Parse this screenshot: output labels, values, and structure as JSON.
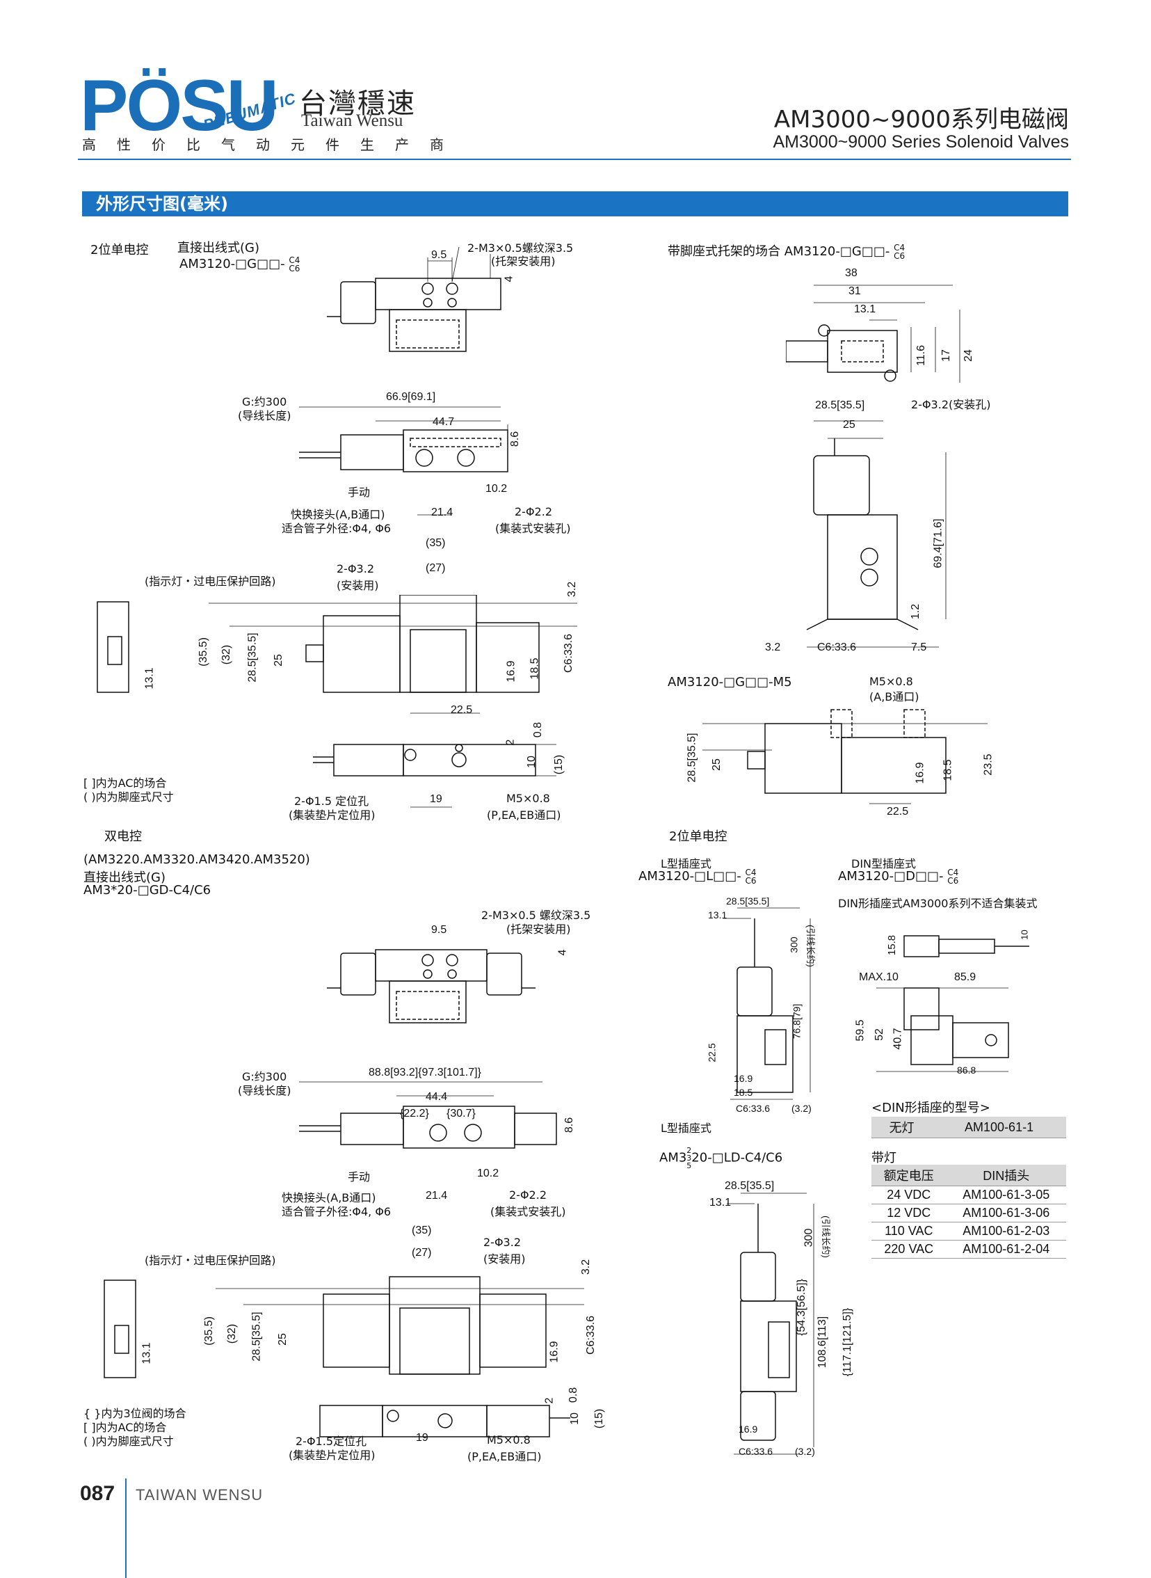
{
  "header": {
    "logo_text": "PÖSU",
    "logo_swoosh": "PNEUMATIC",
    "brand_cn": "台灣穩速",
    "brand_en": "Taiwan Wensu",
    "slogan": "高性价比气动元件生产商",
    "title_cn": "AM3000~9000系列电磁阀",
    "title_en": "AM3000~9000 Series Solenoid Valves",
    "accent_color": "#1b73c4"
  },
  "section": {
    "title": "外形尺寸图(毫米)"
  },
  "single_g": {
    "label_type": "2位单电控",
    "label_wire": "直接出线式(G)",
    "model": "AM3120-□G□□-",
    "sub_c4": "C4",
    "sub_c6": "C6",
    "screw": "2-M3×0.5螺纹深3.5",
    "screw_note": "(托架安装用)",
    "g_len": "G:约300",
    "g_note": "(导线长度)",
    "manual": "手动",
    "fitting": "快换接头(A,B通口)",
    "tube": "适合管子外径:Φ4, Φ6",
    "hole": "2-Φ2.2",
    "hole_note": "(集装式安装孔)",
    "indicator": "(指示灯・过电压保护回路)",
    "mount_hole": "2-Φ3.2",
    "mount_note": "(安装用)",
    "pin_hole": "2-Φ1.5 定位孔",
    "pin_note": "(集装垫片定位用)",
    "port": "M5×0.8",
    "port_note": "(P,EA,EB通口)",
    "note_ac": "[ ]内为AC的场合",
    "note_foot": "( )内为脚座式尺寸",
    "dims": [
      "9.5",
      "4",
      "66.9[69.1]",
      "44.7",
      "8.6",
      "10.2",
      "21.4",
      "(35)",
      "(27)",
      "3.2",
      "(35.5)",
      "(32)",
      "28.5[35.5]",
      "25",
      "16.9",
      "18.5",
      "C6:33.6",
      "13.1",
      "22.5",
      "0.8",
      "2",
      "10",
      "(15)",
      "19"
    ]
  },
  "foot": {
    "label": "带脚座式托架的场合 AM3120-□G□□-",
    "sub_c4": "C4",
    "sub_c6": "C6",
    "hole": "2-Φ3.2(安装孔)",
    "dims": [
      "38",
      "31",
      "13.1",
      "11.6",
      "17",
      "24",
      "28.5[35.5]",
      "25",
      "69.4[71.6]",
      "1.2",
      "3.2",
      "C6:33.6",
      "7.5"
    ]
  },
  "m5": {
    "model": "AM3120-□G□□-M5",
    "port": "M5×0.8",
    "port_note": "(A,B通口)",
    "dims": [
      "28.5[35.5]",
      "25",
      "16.9",
      "18.5",
      "23.5",
      "22.5"
    ]
  },
  "double_g": {
    "label_type": "双电控",
    "models": "(AM3220.AM3320.AM3420.AM3520)",
    "label_wire": "直接出线式(G)",
    "model": "AM3*20-□GD-C4/C6",
    "screw": "2-M3×0.5 螺纹深3.5",
    "screw_note": "(托架安装用)",
    "g_len": "G:约300",
    "g_note": "(导线长度)",
    "manual": "手动",
    "fitting": "快换接头(A,B通口)",
    "tube": "适合管子外径:Φ4, Φ6",
    "hole": "2-Φ2.2",
    "hole_note": "(集装式安装孔)",
    "indicator": "(指示灯・过电压保护回路)",
    "mount_hole": "2-Φ3.2",
    "mount_note": "(安装用)",
    "pin_hole": "2-Φ1.5定位孔",
    "pin_note": "(集装垫片定位用)",
    "port": "M5×0.8",
    "port_note": "(P,EA,EB通口)",
    "note_3pos": "{ }内为3位阀的场合",
    "note_ac": "[ ]内为AC的场合",
    "note_foot": "( )内为脚座式尺寸",
    "dims": [
      "9.5",
      "4",
      "88.8[93.2]{97.3[101.7]}",
      "44.4",
      "{22.2}",
      "{30.7}",
      "8.6",
      "10.2",
      "21.4",
      "(35)",
      "(27)",
      "3.2",
      "(35.5)",
      "(32)",
      "28.5[35.5]",
      "25",
      "16.9",
      "C6:33.6",
      "13.1",
      "0.8",
      "2",
      "10",
      "(15)",
      "19"
    ]
  },
  "l_type": {
    "label_type": "2位单电控",
    "label": "L型插座式",
    "model": "AM3120-□L□□-",
    "sub_c4": "C4",
    "sub_c6": "C6",
    "dims": [
      "28.5[35.5]",
      "13.1",
      "300",
      "(引线长约)",
      "76.8[79]",
      "22.5",
      "16.9",
      "18.5",
      "C6:33.6",
      "(3.2)"
    ]
  },
  "din": {
    "label": "DIN型插座式",
    "model": "AM3120-□D□□-",
    "sub_c4": "C4",
    "sub_c6": "C6",
    "note": "DIN形插座式AM3000系列不适合集装式",
    "dims": [
      "15.8",
      "10",
      "MAX.10",
      "85.9",
      "59.5",
      "52",
      "40.7",
      "86.8"
    ],
    "table_title": "<DIN形插座的型号>",
    "no_light": "无灯",
    "no_light_model": "AM100-61-1",
    "with_light": "带灯",
    "col_voltage": "额定电压",
    "col_plug": "DIN插头",
    "rows": [
      {
        "v": "24 VDC",
        "m": "AM100-61-3-05"
      },
      {
        "v": "12 VDC",
        "m": "AM100-61-3-06"
      },
      {
        "v": "110 VAC",
        "m": "AM100-61-2-03"
      },
      {
        "v": "220 VAC",
        "m": "AM100-61-2-04"
      }
    ]
  },
  "l_double": {
    "label": "L型插座式",
    "model_a": "AM3",
    "model_b": "20-□LD-C4/C6",
    "sub": [
      "2",
      "3",
      "5"
    ],
    "dims": [
      "28.5[35.5]",
      "13.1",
      "300",
      "(引线长约)",
      "{54.3[56.5]}",
      "108.6[113]",
      "{117.1[121.5]}",
      "16.9",
      "C6:33.6",
      "(3.2)"
    ]
  },
  "footer": {
    "page": "087",
    "brand": "TAIWAN WENSU"
  }
}
